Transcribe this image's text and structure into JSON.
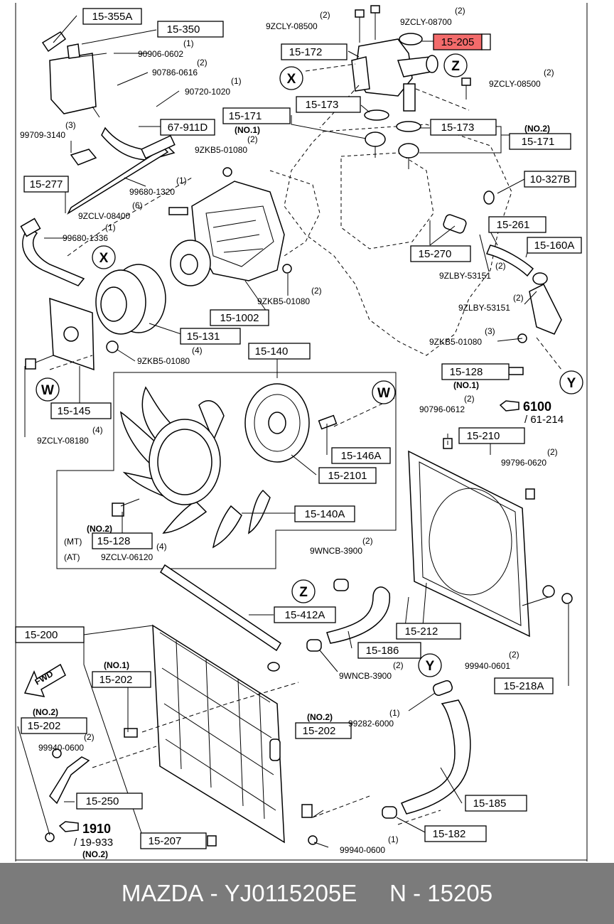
{
  "part_labels": {
    "r15_355A": "15-355A",
    "r15_350": "15-350",
    "r67_911D": "67-911D",
    "r15_277": "15-277",
    "r15_172": "15-172",
    "r15_205": "15-205",
    "r15_171a": "15-171",
    "r15_173a": "15-173",
    "r15_173b": "15-173",
    "r15_171b": "15-171",
    "r10_327B": "10-327B",
    "r15_261": "15-261",
    "r15_160A": "15-160A",
    "r15_270": "15-270",
    "r15_1002": "15-1002",
    "r15_131": "15-131",
    "r15_140": "15-140",
    "r15_146A": "15-146A",
    "r15_2101": "15-2101",
    "r15_140A": "15-140A",
    "r15_128a": "15-128",
    "r15_128b": "15-128",
    "r15_145": "15-145",
    "r15_210": "15-210",
    "r15_212": "15-212",
    "r15_218A": "15-218A",
    "r15_412A": "15-412A",
    "r15_200": "15-200",
    "r15_186": "15-186",
    "r15_202a": "15-202",
    "r15_202b": "15-202",
    "r15_202c": "15-202",
    "r15_250": "15-250",
    "r15_207": "15-207",
    "r15_185": "15-185",
    "r15_182": "15-182"
  },
  "hardware_labels": {
    "h9ZCLY08500a": "9ZCLY-08500",
    "h9ZCLY08700": "9ZCLY-08700",
    "h9ZCLY08500b": "9ZCLY-08500",
    "h90906": "90906-0602",
    "h90786": "90786-0616",
    "h90720": "90720-1020",
    "h99709": "99709-3140",
    "h9ZKB5a": "9ZKB5-01080",
    "h99680_1320": "99680-1320",
    "h9ZCLV08400": "9ZCLV-08400",
    "h99680_1336": "99680-1336",
    "h9ZLBYa": "9ZLBY-53151",
    "h9ZLBYb": "9ZLBY-53151",
    "h9ZKB5b": "9ZKB5-01080",
    "h9ZKB5c": "9ZKB5-01080",
    "h9ZKB5d": "9ZKB5-01080",
    "h9ZCLY08180": "9ZCLY-08180",
    "h90796": "90796-0612",
    "h99796": "99796-0620",
    "h9ZCLV06120": "9ZCLV-06120",
    "h9WNCBa": "9WNCB-3900",
    "h9WNCBb": "9WNCB-3900",
    "h99940_0601": "99940-0601",
    "h99282": "99282-6000",
    "h99940_0600a": "99940-0600",
    "h99940_0600b": "99940-0600"
  },
  "quantities": {
    "q2": "(2)",
    "q1": "(1)",
    "q3": "(3)",
    "q4": "(4)",
    "q6": "(6)"
  },
  "notes": {
    "no1": "(NO.1)",
    "no2": "(NO.2)",
    "mt": "(MT)",
    "at": "(AT)",
    "ref6100": "6100",
    "ref6100sub": "/ 61-214",
    "ref1910": "1910",
    "ref1910sub": "/ 19-933",
    "fwd": "FWD"
  },
  "callouts": {
    "X": "X",
    "Z": "Z",
    "W": "W",
    "Y": "Y"
  },
  "highlight_color": "#f36b6b",
  "footer": {
    "brand": "MAZDA",
    "separator": " - ",
    "part_number": "YJ0115205E",
    "ref": "N - 15205"
  }
}
